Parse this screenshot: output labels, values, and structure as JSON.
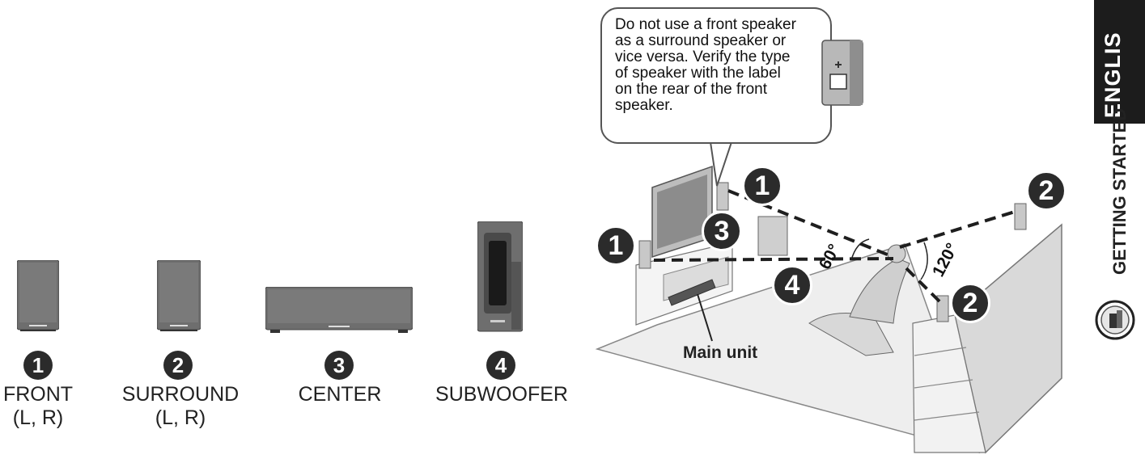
{
  "callout": {
    "text": "Do not use a front speaker\nas a surround speaker or\nvice versa. Verify the type\nof speaker with the label\non the rear of the front\nspeaker."
  },
  "speakers": [
    {
      "number": "1",
      "name": "FRONT",
      "channels": "(L, R)"
    },
    {
      "number": "2",
      "name": "SURROUND",
      "channels": "(L, R)"
    },
    {
      "number": "3",
      "name": "CENTER",
      "channels": ""
    },
    {
      "number": "4",
      "name": "SUBWOOFER",
      "channels": ""
    }
  ],
  "diagram": {
    "front_angle": "60°",
    "surround_angle": "120°",
    "main_unit_label": "Main unit",
    "markers": [
      "1",
      "1",
      "2",
      "2",
      "3",
      "4"
    ]
  },
  "sidebar": {
    "language_tab": "ENGLIS",
    "section": "GETTING STARTED"
  },
  "colors": {
    "dark": "#2b2b2b",
    "speaker": "#6e6e6e",
    "floor": "#eeeeee"
  }
}
